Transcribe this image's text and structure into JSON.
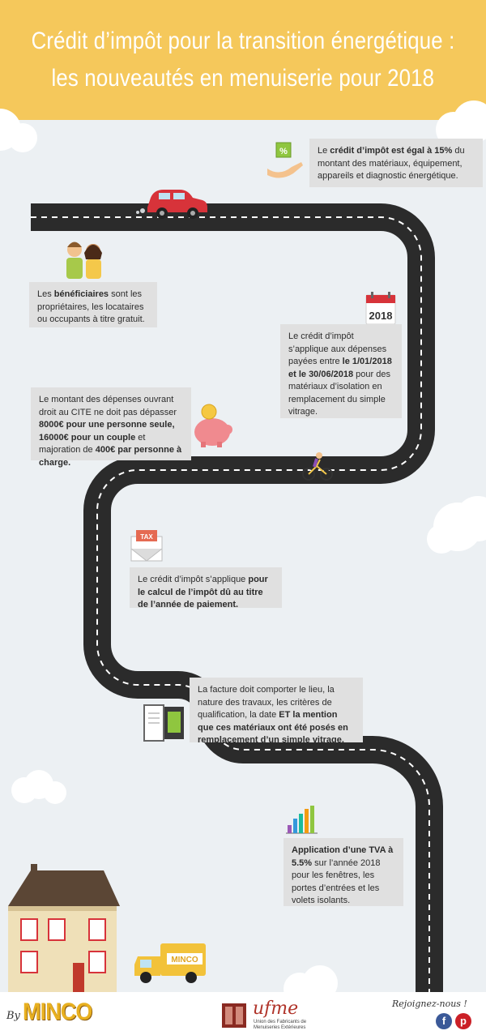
{
  "header": {
    "title_line1": "Crédit d’impôt pour la transition énergétique :",
    "title_line2": "les nouveautés en menuiserie pour 2018"
  },
  "boxes": {
    "b1": {
      "pre": "Le ",
      "bold": "crédit d’impôt est égal à 15%",
      "post": " du montant des matériaux, équipement, appareils et diagnostic énergétique."
    },
    "b2": {
      "pre": "Les ",
      "bold": "bénéficiaires",
      "post": " sont les propriétaires, les locataires ou occupants à titre gratuit."
    },
    "b3": {
      "pre": "Le crédit d’impôt s’applique aux dépenses payées entre ",
      "bold": "le 1/01/2018 et le 30/06/2018",
      "post": " pour des matériaux d’isolation en remplacement du simple vitrage."
    },
    "b4": {
      "pre": "Le montant des dépenses ouvrant droit au CITE ne doit pas dépasser ",
      "bold1": "8000€ pour une personne seule, 16000€ pour un couple",
      "mid": " et majoration de ",
      "bold2": "400€ par personne à charge."
    },
    "b5": {
      "pre": "Le crédit d’impôt s’applique ",
      "bold": "pour le calcul de l’impôt dû au titre de l’année de paiement."
    },
    "b6": {
      "pre": "La facture doit comporter le lieu, la nature des travaux, les critères de qualification, la date ",
      "bold1": "ET",
      "mid": " ",
      "bold2": "la mention que ces matériaux ont été posés en remplacement d’un simple vitrage."
    },
    "b7": {
      "bold1": "Application d’une TVA à 5.5%",
      "post": " sur l’année 2018 pour les fenêtres, les portes d’entrées et les volets isolants."
    }
  },
  "icons": {
    "calendar_year": "2018",
    "tax_label": "TAX",
    "percent_sign": "%",
    "truck_label": "MINCO",
    "names": [
      "percent-hand-icon",
      "car-icon",
      "couple-icon",
      "calendar-icon",
      "piggy-bank-icon",
      "cyclist-icon",
      "tax-envelope-icon",
      "invoice-icon",
      "bar-chart-icon",
      "house-icon",
      "truck-icon"
    ]
  },
  "footer": {
    "by": "By",
    "minco": "MINCO",
    "ufme": "ufme",
    "ufme_sub": "Union des Fabricants de Menuiseries Extérieures",
    "join": "Rejoignez-nous !",
    "facebook": "f",
    "pinterest": "p"
  },
  "colors": {
    "header": "#f5c85b",
    "background": "#ecf0f3",
    "road": "#2b2b2b",
    "box": "#e0e0e0",
    "car": "#d7333a",
    "truck": "#f2c23a",
    "facebook": "#3b5998",
    "pinterest": "#cb2027"
  }
}
